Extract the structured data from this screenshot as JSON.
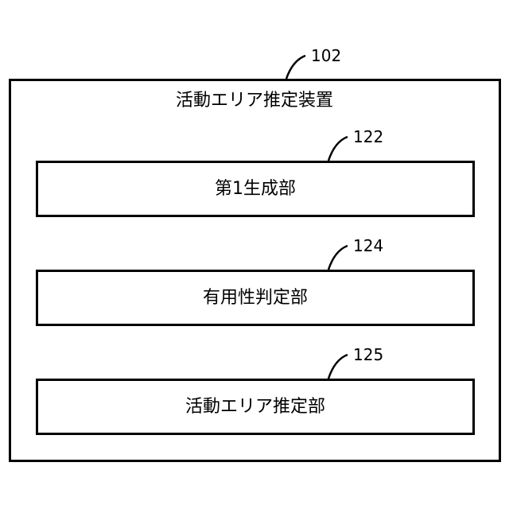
{
  "device": {
    "ref": "102",
    "title": "活動エリア推定装置"
  },
  "units": [
    {
      "ref": "122",
      "label": "第1生成部"
    },
    {
      "ref": "124",
      "label": "有用性判定部"
    },
    {
      "ref": "125",
      "label": "活動エリア推定部"
    }
  ]
}
